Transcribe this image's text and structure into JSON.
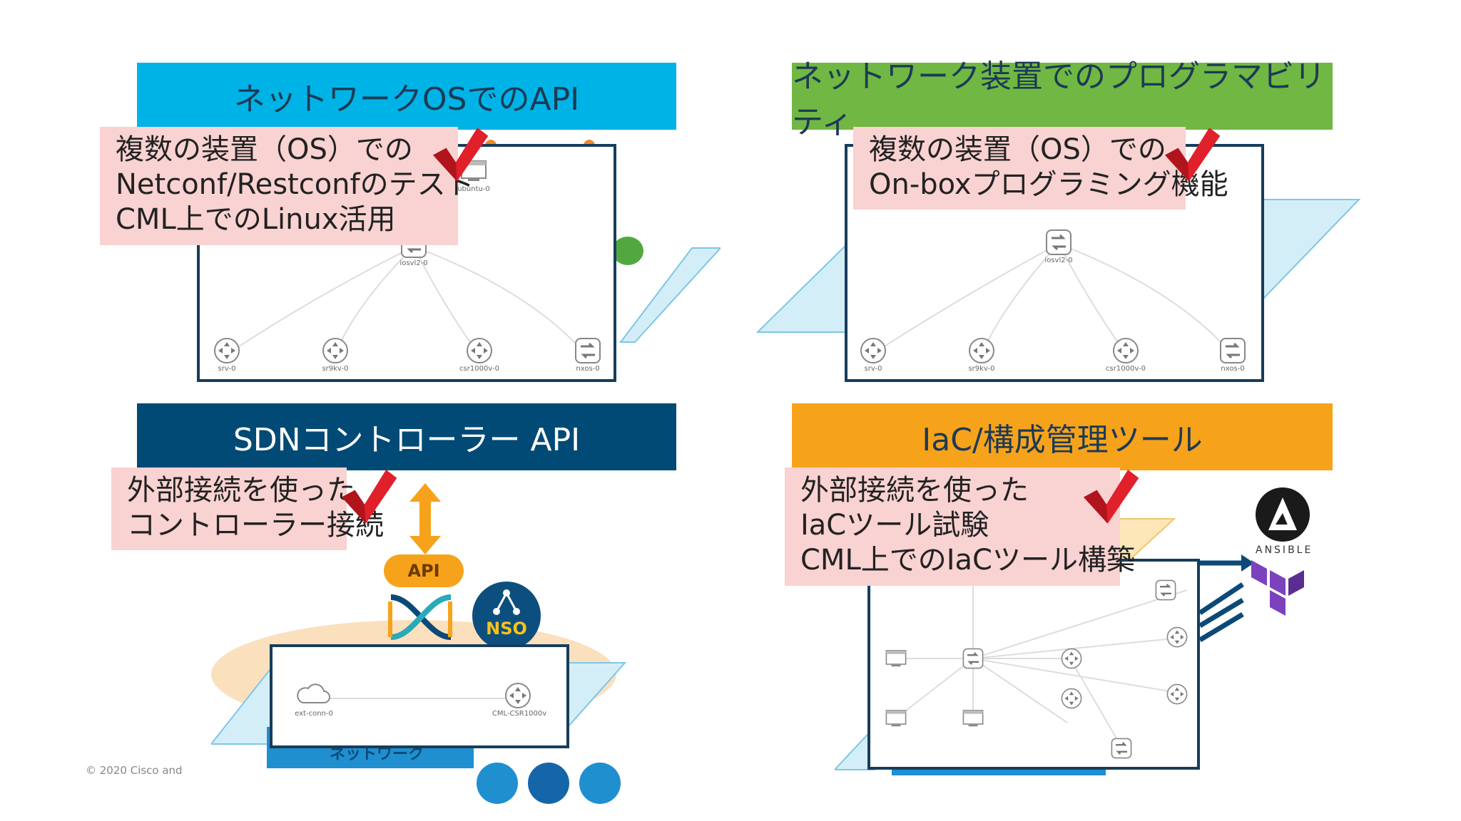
{
  "quadrants": {
    "q1": {
      "banner": "ネットワークOSでのAPI",
      "banner_color": "#00b3e6",
      "note": [
        "複数の装置（OS）での",
        "Netconf/Restconfのテスト",
        "CML上でのLinux活用"
      ],
      "nodes": [
        "ubuntu-0",
        "iosvl2-0",
        "srv-0",
        "sr9kv-0",
        "csr1000v-0",
        "nxos-0"
      ]
    },
    "q2": {
      "banner": "ネットワーク装置でのプログラマビリティ",
      "banner_color": "#70b843",
      "note": [
        "複数の装置（OS）での",
        "On-boxプログラミング機能"
      ],
      "nodes": [
        "iosvl2-0",
        "srv-0",
        "sr9kv-0",
        "csr1000v-0",
        "nxos-0"
      ]
    },
    "q3": {
      "banner": "SDNコントローラー API",
      "banner_color": "#004a75",
      "note": [
        "外部接続を使った",
        "コントローラー接続"
      ],
      "api_label": "API",
      "nso_label": "NSO",
      "nodes": [
        "ext-conn-0",
        "CML-CSR1000v"
      ],
      "platform_label": "ネットワーク"
    },
    "q4": {
      "banner": "IaC/構成管理ツール",
      "banner_color": "#f6a31b",
      "note": [
        "外部接続を使った",
        "IaCツール試験",
        "CML上でのIaCツール構築"
      ],
      "ansible_label": "ANSIBLE"
    }
  },
  "footer": {
    "copyright": "© 2020  Cisco and"
  },
  "colors": {
    "note_bg": "#f9d2d2",
    "check": "#e0202a",
    "frame": "#173d5c"
  }
}
